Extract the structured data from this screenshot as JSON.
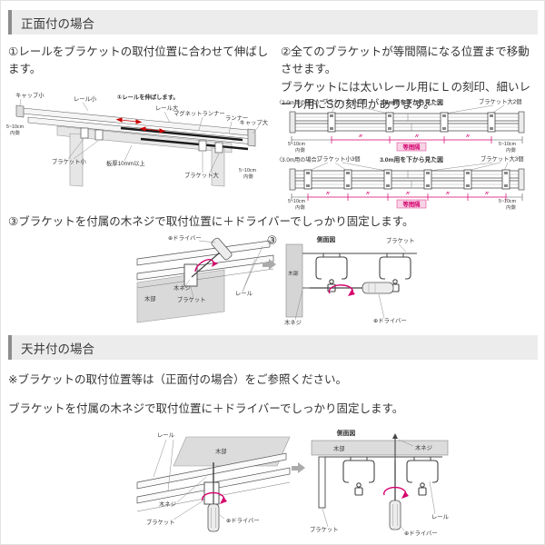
{
  "colors": {
    "accent_magenta": "#d5006d",
    "red_arrow": "#cc0000",
    "header_bg": "#ececec",
    "header_bar": "#8d8d8d",
    "text": "#333333",
    "wood_fill": "#d9d9d9"
  },
  "front": {
    "header": "正面付の場合",
    "step1": "①レールをブラケットの取付位置に合わせて伸ばします。",
    "step2a": "②全てのブラケットが等間隔になる位置まで移動させます。",
    "step2b": "ブラケットには太いレール用にＬの刻印、細いレール用にSの刻印があります。",
    "step3": "③ブラケットを付属の木ネジで取付位置に＋ドライバーでしっかり固定します。"
  },
  "ceiling": {
    "header": "天井付の場合",
    "note": "※ブラケットの取付位置等は（正面付の場合）をご参照ください。",
    "instruction": "ブラケットを付属の木ネジで取付位置に＋ドライバーでしっかり固定します。"
  },
  "labels": {
    "cap_small": "キャップ小",
    "rail_small": "レール小",
    "extend_note": "①レールを伸ばします。",
    "rail_large": "レール大",
    "magnet_runner": "マグネットランナー",
    "runner": "ランナー",
    "cap_large": "キャップ大",
    "range": "5~10cm",
    "inside": "内側",
    "bracket_small": "ブラケット小",
    "board_thickness": "板厚10mm以上",
    "bracket_large": "ブラケット大",
    "equal_spacing": "等間隔",
    "ditto": "〃",
    "driver": "⊕ドライバー",
    "wood": "木部",
    "wood_screw": "木ネジ",
    "bracket": "ブラケット",
    "rail": "レール",
    "side_view": "側面図",
    "step3_mark": "③"
  },
  "view2m": {
    "case": "〈2.0m用の場合〉",
    "title": "2.0m用を下から見た図",
    "bracket_small_qty": "ブラケット小2個",
    "bracket_large_qty": "ブラケット大2個"
  },
  "view3m": {
    "case": "〈3.0m用の場合〉",
    "title": "3.0m用を下から見た図",
    "bracket_small_qty": "ブラケット小3個",
    "bracket_large_qty": "ブラケット大3個"
  }
}
